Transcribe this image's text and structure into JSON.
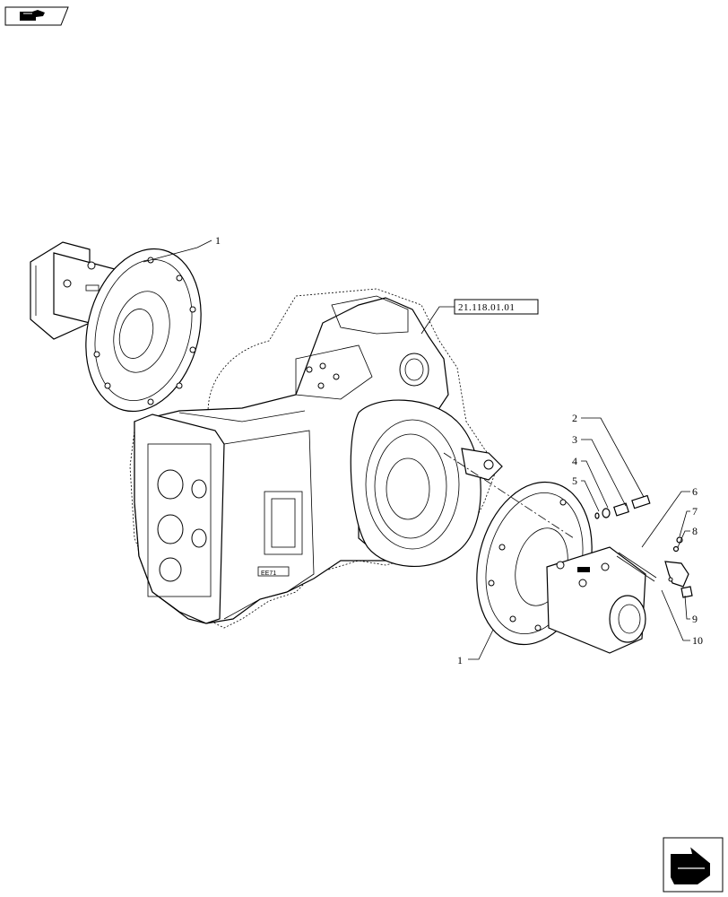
{
  "nav": {
    "prev_icon": "hand-pointing-right-icon",
    "next_icon": "hand-pointing-left-icon"
  },
  "reference_box": "21.118.01.01",
  "callouts": {
    "c1_top": "1",
    "c1_bottom": "1",
    "c2": "2",
    "c3": "3",
    "c4": "4",
    "c5": "5",
    "c6": "6",
    "c7": "7",
    "c8": "8",
    "c9": "9",
    "c10": "10"
  }
}
